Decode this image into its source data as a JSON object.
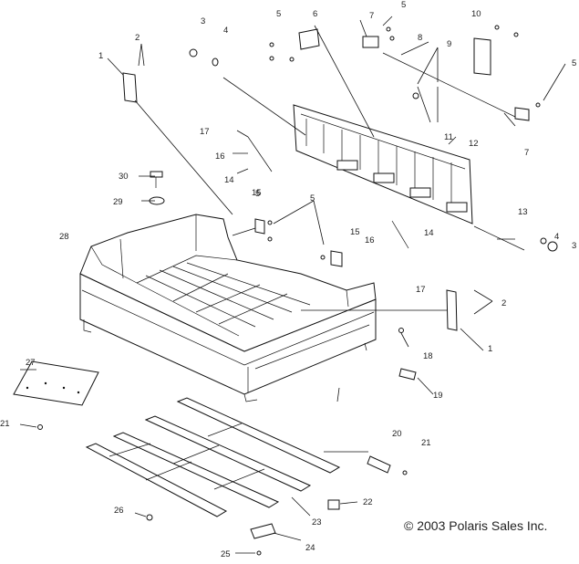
{
  "parts": [
    {
      "id": "1a",
      "text": "1"
    },
    {
      "id": "1b",
      "text": "1"
    },
    {
      "id": "2a",
      "text": "2"
    },
    {
      "id": "2b",
      "text": "2"
    },
    {
      "id": "3a",
      "text": "3"
    },
    {
      "id": "3b",
      "text": "3"
    },
    {
      "id": "4a",
      "text": "4"
    },
    {
      "id": "4b",
      "text": "4"
    },
    {
      "id": "5a",
      "text": "5"
    },
    {
      "id": "5b",
      "text": "5"
    },
    {
      "id": "5c",
      "text": "5"
    },
    {
      "id": "5d",
      "text": "5"
    },
    {
      "id": "5e",
      "text": "5"
    },
    {
      "id": "6",
      "text": "6"
    },
    {
      "id": "7a",
      "text": "7"
    },
    {
      "id": "7b",
      "text": "7"
    },
    {
      "id": "8",
      "text": "8"
    },
    {
      "id": "9",
      "text": "9"
    },
    {
      "id": "10",
      "text": "10"
    },
    {
      "id": "11",
      "text": "11"
    },
    {
      "id": "12",
      "text": "12"
    },
    {
      "id": "13",
      "text": "13"
    },
    {
      "id": "14a",
      "text": "14"
    },
    {
      "id": "14b",
      "text": "14"
    },
    {
      "id": "15a",
      "text": "15"
    },
    {
      "id": "15b",
      "text": "15"
    },
    {
      "id": "16a",
      "text": "16"
    },
    {
      "id": "16b",
      "text": "16"
    },
    {
      "id": "17a",
      "text": "17"
    },
    {
      "id": "17b",
      "text": "17"
    },
    {
      "id": "18",
      "text": "18"
    },
    {
      "id": "19",
      "text": "19"
    },
    {
      "id": "20",
      "text": "20"
    },
    {
      "id": "21a",
      "text": "21"
    },
    {
      "id": "21b",
      "text": "21"
    },
    {
      "id": "22",
      "text": "22"
    },
    {
      "id": "23",
      "text": "23"
    },
    {
      "id": "24",
      "text": "24"
    },
    {
      "id": "25",
      "text": "25"
    },
    {
      "id": "26",
      "text": "26"
    },
    {
      "id": "27",
      "text": "27"
    },
    {
      "id": "28",
      "text": "28"
    },
    {
      "id": "29",
      "text": "29"
    },
    {
      "id": "30",
      "text": "30"
    }
  ],
  "copyright": "© 2003 Polaris Sales Inc."
}
